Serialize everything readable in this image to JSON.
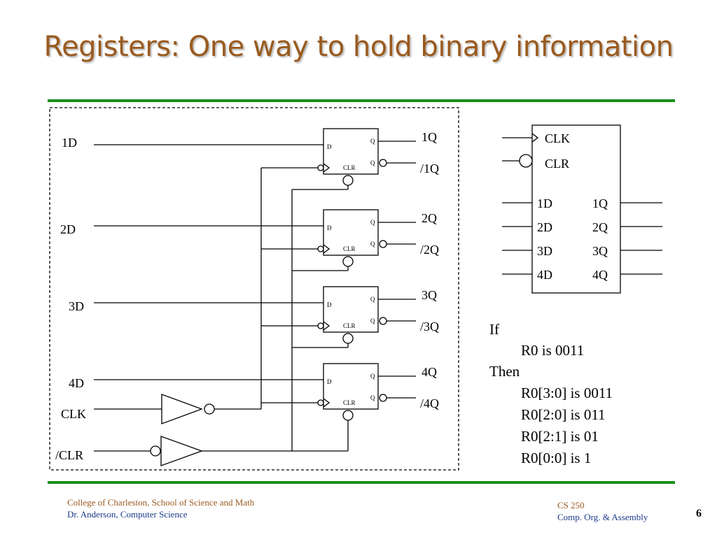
{
  "title": "Registers: One way to hold binary information",
  "circuit": {
    "inputs": [
      "1D",
      "2D",
      "3D",
      "4D"
    ],
    "clk": "CLK",
    "clr": "/CLR",
    "outputs": [
      "1Q",
      "2Q",
      "3Q",
      "4Q"
    ],
    "inverted_outputs": [
      "/1Q",
      "/2Q",
      "/3Q",
      "/4Q"
    ],
    "ff_d": "D",
    "ff_q": "Q",
    "ff_clr": "CLR"
  },
  "block": {
    "clk": "CLK",
    "clr": "CLR",
    "inputs": [
      "1D",
      "2D",
      "3D",
      "4D"
    ],
    "outputs": [
      "1Q",
      "2Q",
      "3Q",
      "4Q"
    ]
  },
  "example": {
    "if": "If",
    "if_line": "R0 is 0011",
    "then": "Then",
    "then_lines": [
      "R0[3:0] is 0011",
      "R0[2:0] is 011",
      "R0[2:1] is 01",
      "R0[0:0] is 1"
    ]
  },
  "footer": {
    "school": "College of Charleston, School of Science and Math",
    "instructor": "Dr. Anderson, Computer Science",
    "course": "CS 250",
    "course_name": "Comp. Org. & Assembly",
    "page": "6"
  },
  "colors": {
    "title": "#9a5a1e",
    "rule": "#1a8f1a",
    "footer_blue": "#1a3a8a"
  }
}
